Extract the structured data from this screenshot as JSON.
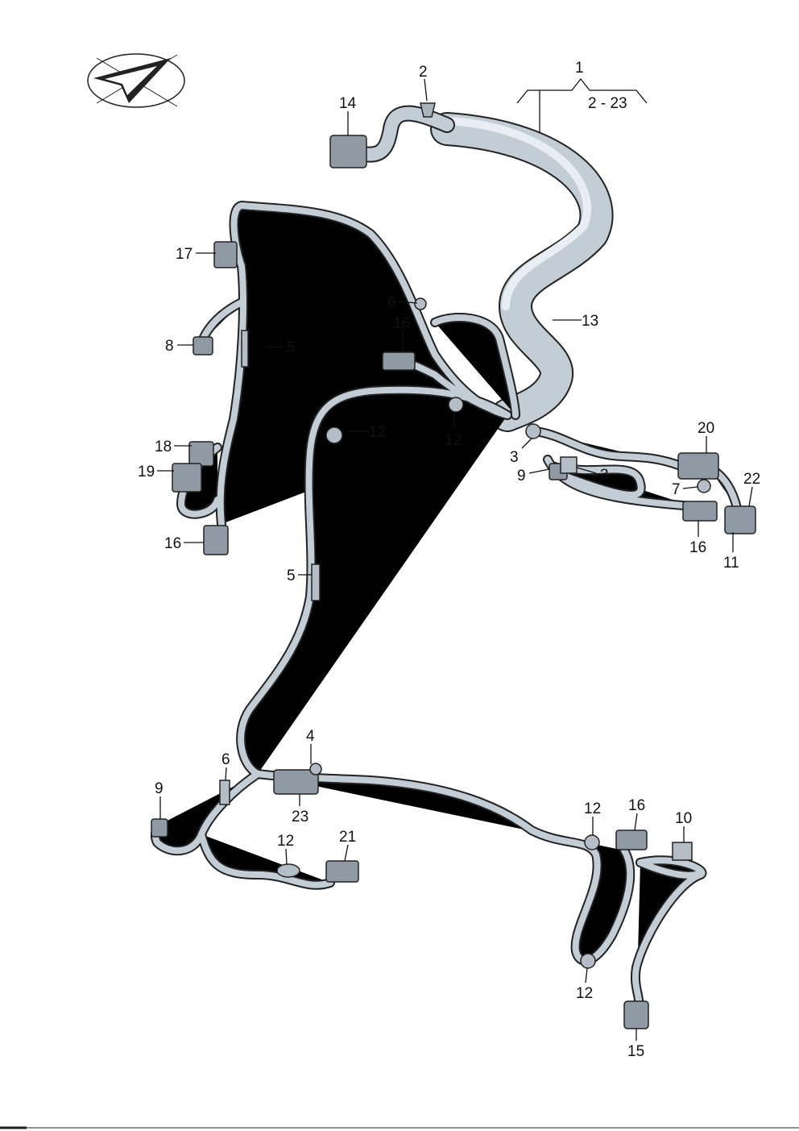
{
  "diagram": {
    "title": "Wiring harness parts diagram",
    "callouts": [
      {
        "id": "c1",
        "text": "1"
      },
      {
        "id": "c1range",
        "text": "2 - 23"
      },
      {
        "id": "c2",
        "text": "2"
      },
      {
        "id": "c14",
        "text": "14"
      },
      {
        "id": "c17",
        "text": "17"
      },
      {
        "id": "c6a",
        "text": "6"
      },
      {
        "id": "c16a",
        "text": "16"
      },
      {
        "id": "c13",
        "text": "13"
      },
      {
        "id": "c8",
        "text": "8"
      },
      {
        "id": "c5a",
        "text": "5"
      },
      {
        "id": "c12a",
        "text": "12"
      },
      {
        "id": "c12b",
        "text": "12"
      },
      {
        "id": "c20",
        "text": "20"
      },
      {
        "id": "c3a",
        "text": "3"
      },
      {
        "id": "c9a",
        "text": "9"
      },
      {
        "id": "c3b",
        "text": "3"
      },
      {
        "id": "c22",
        "text": "22"
      },
      {
        "id": "c7",
        "text": "7"
      },
      {
        "id": "c18",
        "text": "18"
      },
      {
        "id": "c19",
        "text": "19"
      },
      {
        "id": "c16b",
        "text": "16"
      },
      {
        "id": "c16c",
        "text": "16"
      },
      {
        "id": "c11",
        "text": "11"
      },
      {
        "id": "c5b",
        "text": "5"
      },
      {
        "id": "c4",
        "text": "4"
      },
      {
        "id": "c6b",
        "text": "6"
      },
      {
        "id": "c9b",
        "text": "9"
      },
      {
        "id": "c23",
        "text": "23"
      },
      {
        "id": "c12c",
        "text": "12"
      },
      {
        "id": "c16d",
        "text": "16"
      },
      {
        "id": "c10",
        "text": "10"
      },
      {
        "id": "c21",
        "text": "21"
      },
      {
        "id": "c12d",
        "text": "12"
      },
      {
        "id": "c12e",
        "text": "12"
      },
      {
        "id": "c15",
        "text": "15"
      }
    ],
    "colors": {
      "harness": "#c3cdd6",
      "outline": "#222222",
      "connector": "#8f9aa4"
    }
  }
}
